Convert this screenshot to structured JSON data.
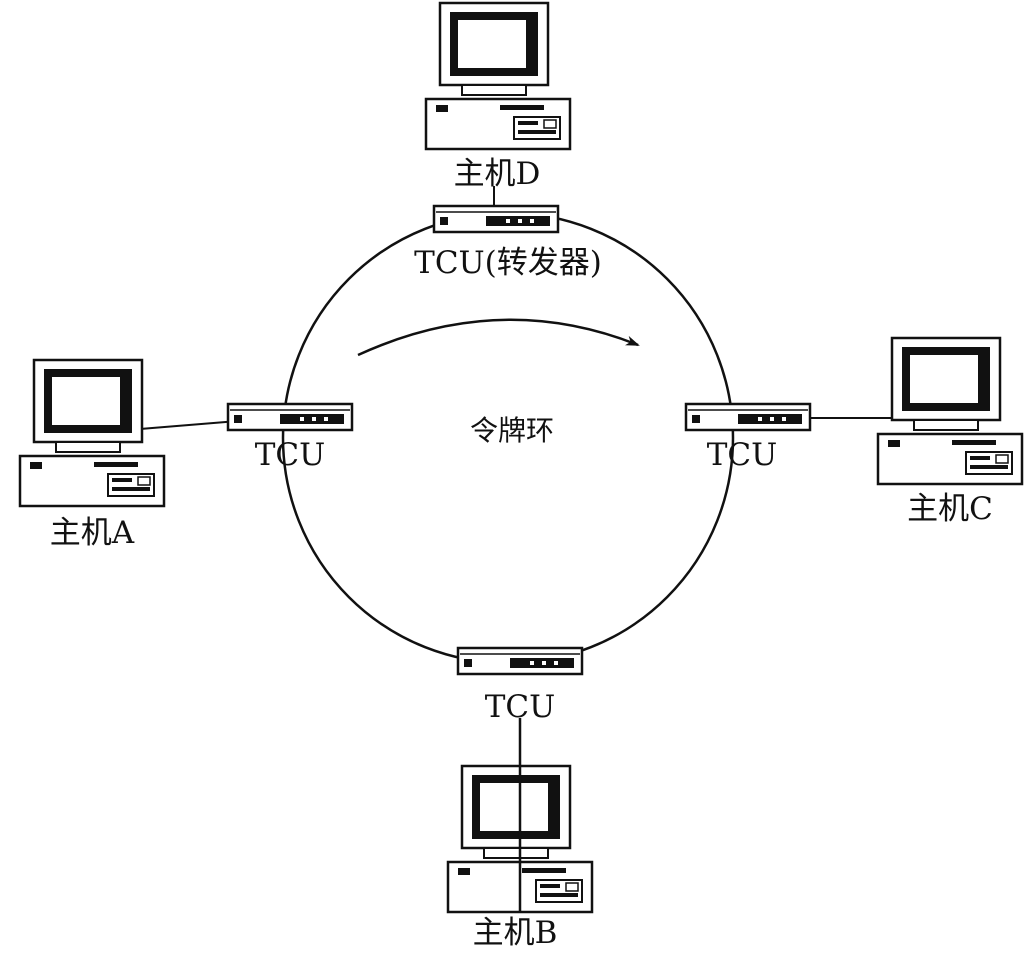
{
  "diagram": {
    "center_label": "令牌环",
    "hosts": {
      "a": {
        "label": "主机A"
      },
      "b": {
        "label": "主机B"
      },
      "c": {
        "label": "主机C"
      },
      "d": {
        "label": "主机D"
      }
    },
    "tcus": {
      "top": {
        "label": "TCU(转发器)"
      },
      "left": {
        "label": "TCU"
      },
      "right": {
        "label": "TCU"
      },
      "bottom": {
        "label": "TCU"
      }
    },
    "colors": {
      "stroke": "#111111",
      "background": "#ffffff"
    }
  }
}
